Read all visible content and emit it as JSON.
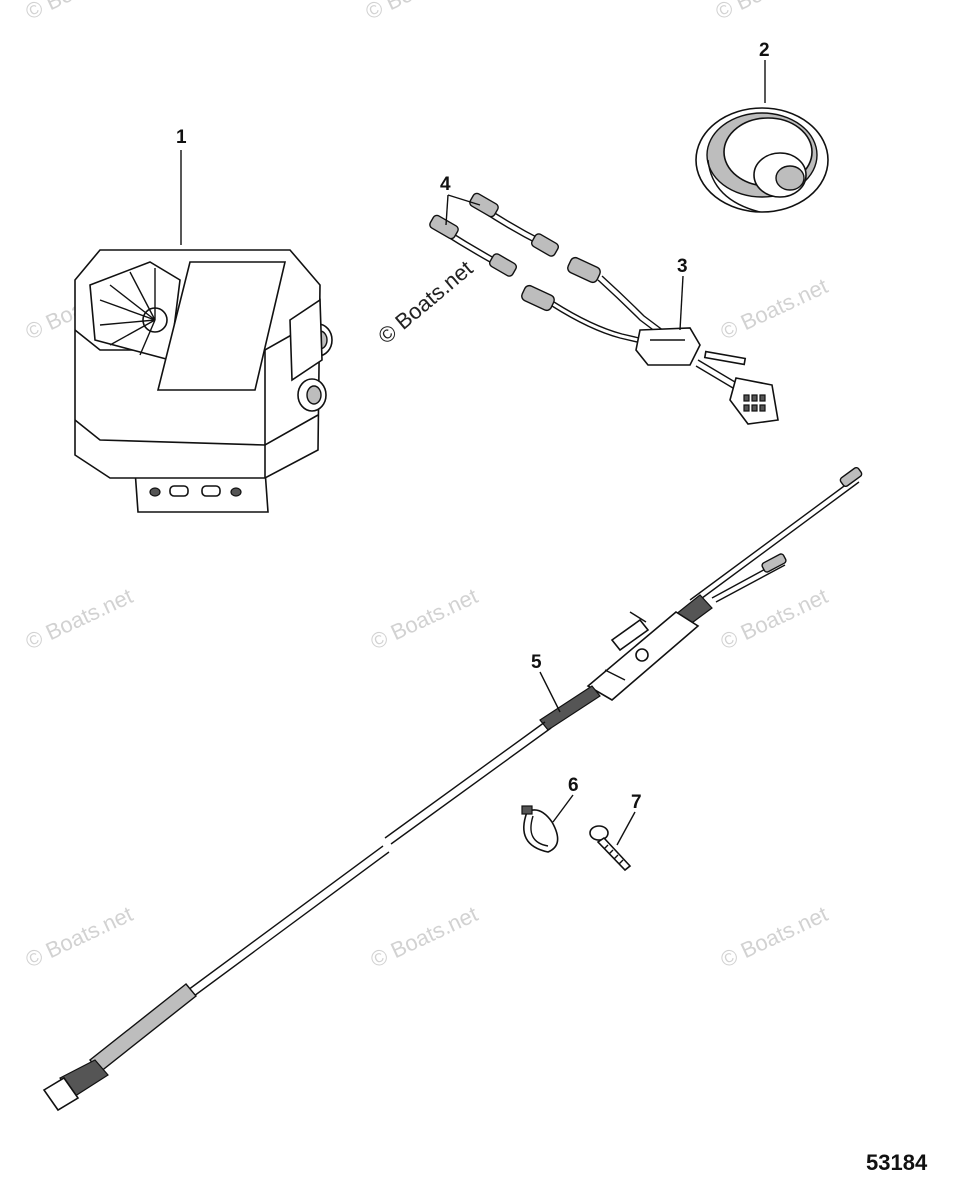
{
  "watermark": {
    "text": "© Boats.net",
    "center_text": "© Boats.net"
  },
  "callouts": {
    "c1": "1",
    "c2": "2",
    "c3": "3",
    "c4": "4",
    "c5": "5",
    "c6": "6",
    "c7": "7"
  },
  "figure_number": "53184"
}
